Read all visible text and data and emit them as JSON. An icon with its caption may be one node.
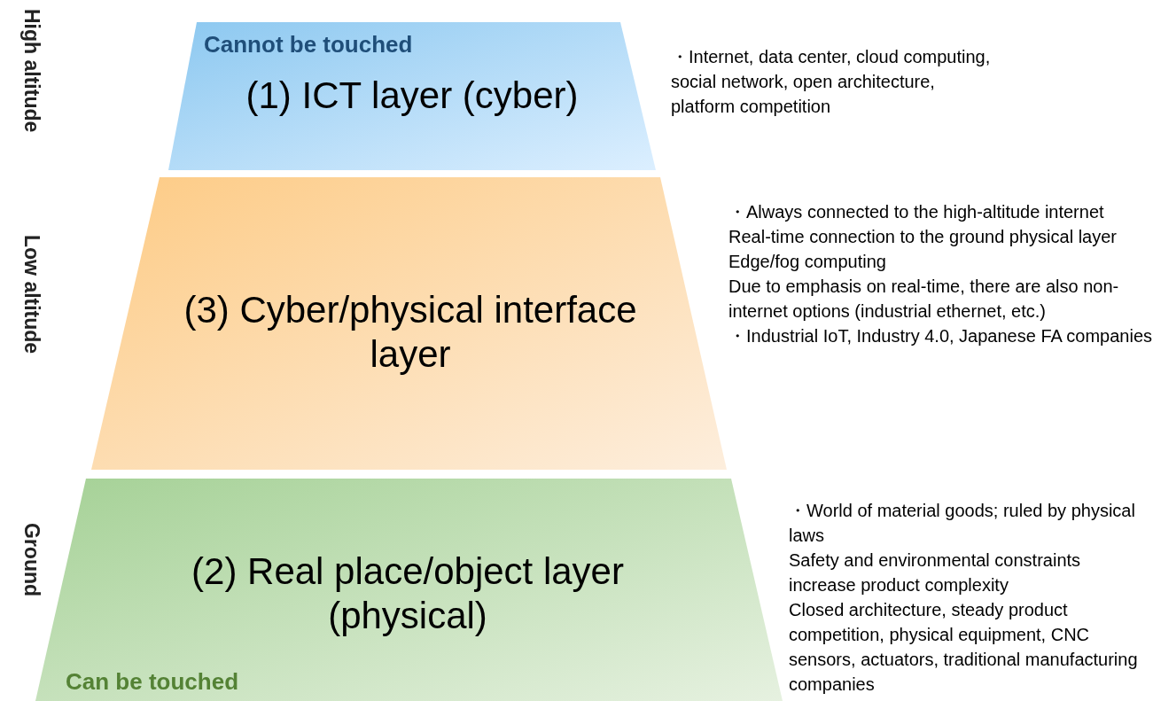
{
  "diagram": {
    "nodes": [
      {
        "text": [
          "Cannot be touched",
          "(1) ICT layer (cyber)"
        ],
        "beside": [
          "・Internet, data center, cloud computing, social network, open architecture, platform competition"
        ]
      },
      {
        "text": [
          "(3) Cyber/physical interface layer"
        ],
        "beside": [
          "・Always connected to the high-altitude internet",
          "Real-time connection to the ground physical layer",
          "Edge/fog computing",
          "Due to emphasis on real-time, there are also non-internet options (industrial ethernet, etc.)",
          "・Industrial IoT, Industry 4.0, Japanese FA companies"
        ]
      },
      {
        "text": [
          "(2) Real place/object layer (physical)",
          "Can be touched"
        ],
        "beside": [
          "・World of material goods; ruled by physical laws",
          "Safety and environmental constraints increase product complexity",
          "Closed architecture, steady product competition, physical equipment, CNC sensors, actuators, traditional manufacturing companies"
        ]
      }
    ],
    "edges": [],
    "labels": [
      "High altitude",
      "Low altitude",
      "Ground"
    ]
  }
}
